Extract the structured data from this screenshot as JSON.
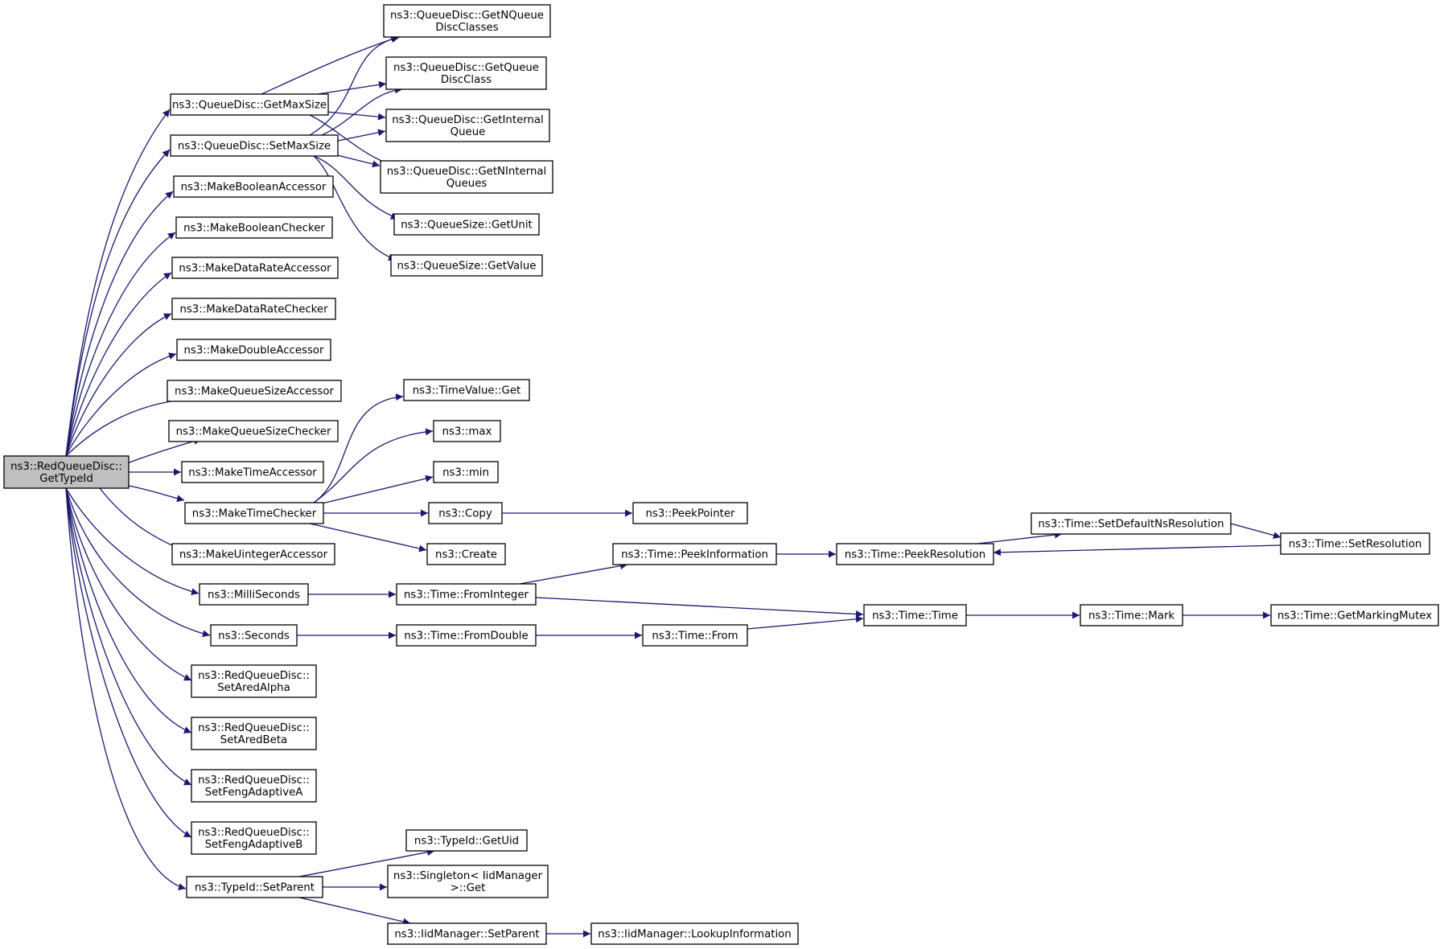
{
  "nodes": [
    {
      "id": "root",
      "lines": [
        "ns3::RedQueueDisc::",
        "GetTypeId"
      ],
      "root": true
    },
    {
      "id": "getmaxsize",
      "lines": [
        "ns3::QueueDisc::GetMaxSize"
      ]
    },
    {
      "id": "setmaxsize",
      "lines": [
        "ns3::QueueDisc::SetMaxSize"
      ]
    },
    {
      "id": "mkbooleanacc",
      "lines": [
        "ns3::MakeBooleanAccessor"
      ]
    },
    {
      "id": "mkbooleanchk",
      "lines": [
        "ns3::MakeBooleanChecker"
      ]
    },
    {
      "id": "mkdatarateacc",
      "lines": [
        "ns3::MakeDataRateAccessor"
      ]
    },
    {
      "id": "mkdataratechk",
      "lines": [
        "ns3::MakeDataRateChecker"
      ]
    },
    {
      "id": "mkdoubleacc",
      "lines": [
        "ns3::MakeDoubleAccessor"
      ]
    },
    {
      "id": "mkqsizeacc",
      "lines": [
        "ns3::MakeQueueSizeAccessor"
      ]
    },
    {
      "id": "mkqsizechk",
      "lines": [
        "ns3::MakeQueueSizeChecker"
      ]
    },
    {
      "id": "mktimeacc",
      "lines": [
        "ns3::MakeTimeAccessor"
      ]
    },
    {
      "id": "mktimechk",
      "lines": [
        "ns3::MakeTimeChecker"
      ]
    },
    {
      "id": "mkuintacc",
      "lines": [
        "ns3::MakeUintegerAccessor"
      ]
    },
    {
      "id": "milliseconds",
      "lines": [
        "ns3::MilliSeconds"
      ]
    },
    {
      "id": "seconds",
      "lines": [
        "ns3::Seconds"
      ]
    },
    {
      "id": "aredalpha",
      "lines": [
        "ns3::RedQueueDisc::",
        "SetAredAlpha"
      ]
    },
    {
      "id": "aredbeta",
      "lines": [
        "ns3::RedQueueDisc::",
        "SetAredBeta"
      ]
    },
    {
      "id": "fenga",
      "lines": [
        "ns3::RedQueueDisc::",
        "SetFengAdaptiveA"
      ]
    },
    {
      "id": "fengb",
      "lines": [
        "ns3::RedQueueDisc::",
        "SetFengAdaptiveB"
      ]
    },
    {
      "id": "typeidsetparent",
      "lines": [
        "ns3::TypeId::SetParent"
      ]
    },
    {
      "id": "getnqdc",
      "lines": [
        "ns3::QueueDisc::GetNQueue",
        "DiscClasses"
      ]
    },
    {
      "id": "getqdc",
      "lines": [
        "ns3::QueueDisc::GetQueue",
        "DiscClass"
      ]
    },
    {
      "id": "getiq",
      "lines": [
        "ns3::QueueDisc::GetInternal",
        "Queue"
      ]
    },
    {
      "id": "getniq",
      "lines": [
        "ns3::QueueDisc::GetNInternal",
        "Queues"
      ]
    },
    {
      "id": "qsgetunit",
      "lines": [
        "ns3::QueueSize::GetUnit"
      ]
    },
    {
      "id": "qsgetvalue",
      "lines": [
        "ns3::QueueSize::GetValue"
      ]
    },
    {
      "id": "timevalueget",
      "lines": [
        "ns3::TimeValue::Get"
      ]
    },
    {
      "id": "max",
      "lines": [
        "ns3::max"
      ]
    },
    {
      "id": "min",
      "lines": [
        "ns3::min"
      ]
    },
    {
      "id": "copy",
      "lines": [
        "ns3::Copy"
      ]
    },
    {
      "id": "create",
      "lines": [
        "ns3::Create"
      ]
    },
    {
      "id": "peekpointer",
      "lines": [
        "ns3::PeekPointer"
      ]
    },
    {
      "id": "frominteger",
      "lines": [
        "ns3::Time::FromInteger"
      ]
    },
    {
      "id": "fromdouble",
      "lines": [
        "ns3::Time::FromDouble"
      ]
    },
    {
      "id": "peekinfo",
      "lines": [
        "ns3::Time::PeekInformation"
      ]
    },
    {
      "id": "from",
      "lines": [
        "ns3::Time::From"
      ]
    },
    {
      "id": "peekres",
      "lines": [
        "ns3::Time::PeekResolution"
      ]
    },
    {
      "id": "setdefns",
      "lines": [
        "ns3::Time::SetDefaultNsResolution"
      ]
    },
    {
      "id": "setres",
      "lines": [
        "ns3::Time::SetResolution"
      ]
    },
    {
      "id": "time",
      "lines": [
        "ns3::Time::Time"
      ]
    },
    {
      "id": "mark",
      "lines": [
        "ns3::Time::Mark"
      ]
    },
    {
      "id": "getmarkingmutex",
      "lines": [
        "ns3::Time::GetMarkingMutex"
      ]
    },
    {
      "id": "getuid",
      "lines": [
        "ns3::TypeId::GetUid"
      ]
    },
    {
      "id": "singletonget",
      "lines": [
        "ns3::Singleton< IidManager",
        ">::Get"
      ]
    },
    {
      "id": "iidsetparent",
      "lines": [
        "ns3::IidManager::SetParent"
      ]
    },
    {
      "id": "lookupinfo",
      "lines": [
        "ns3::IidManager::LookupInformation"
      ]
    }
  ]
}
